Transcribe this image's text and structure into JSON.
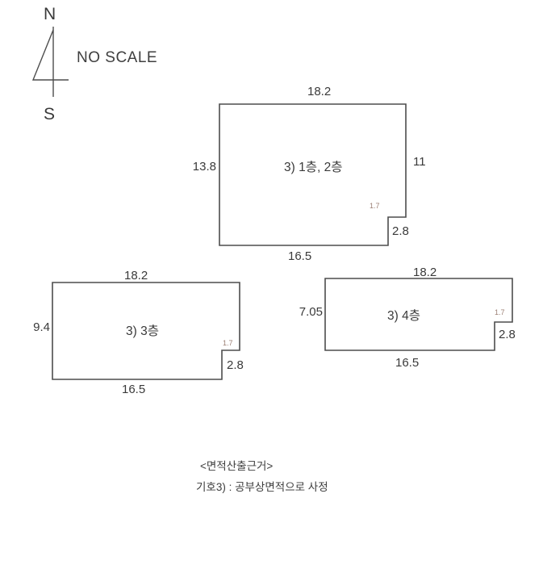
{
  "compass": {
    "north": "N",
    "south": "S",
    "no_scale": "NO SCALE"
  },
  "floors": {
    "f12": {
      "title": "3) 1층, 2층",
      "dim_top": "18.2",
      "dim_left": "13.8",
      "dim_right": "11",
      "dim_notch_top": "1.7",
      "dim_notch_side": "2.8",
      "dim_bottom": "16.5"
    },
    "f3": {
      "title": "3) 3층",
      "dim_top": "18.2",
      "dim_left": "9.4",
      "dim_notch_top": "1.7",
      "dim_notch_side": "2.8",
      "dim_bottom": "16.5"
    },
    "f4": {
      "title": "3) 4층",
      "dim_top": "18.2",
      "dim_left": "7.05",
      "dim_notch_top": "1.7",
      "dim_notch_side": "2.8",
      "dim_bottom": "16.5"
    }
  },
  "notes": {
    "heading": "<면적산출근거>",
    "body": "기호3) : 공부상면적으로 사정"
  },
  "colors": {
    "line": "#4d4d4d",
    "text": "#3a3a3a",
    "small_dim": "#9c7f74",
    "background": "#ffffff"
  }
}
